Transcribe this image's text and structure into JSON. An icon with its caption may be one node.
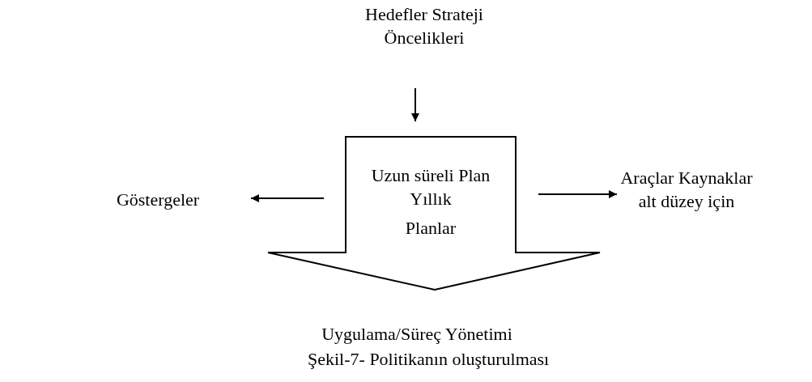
{
  "diagram": {
    "caption": "Şekil-7- Politikanın oluşturulması",
    "nodes": [
      {
        "text": [
          "Hedefler Strateji Öncelikleri"
        ]
      },
      {
        "text": [
          "Uzun süreli Plan Yıllık",
          "Planlar"
        ]
      },
      {
        "text": [
          "Göstergeler"
        ]
      },
      {
        "text": [
          "Araçlar Kaynaklar alt düzey için"
        ]
      },
      {
        "text": [
          "Uygulama/Süreç Yönetimi"
        ]
      }
    ],
    "edges": [
      {
        "from": 0,
        "to": 1,
        "arrow": "to"
      },
      {
        "from": 1,
        "to": 2,
        "arrow": "to"
      },
      {
        "from": 1,
        "to": 3,
        "arrow": "to"
      }
    ]
  }
}
